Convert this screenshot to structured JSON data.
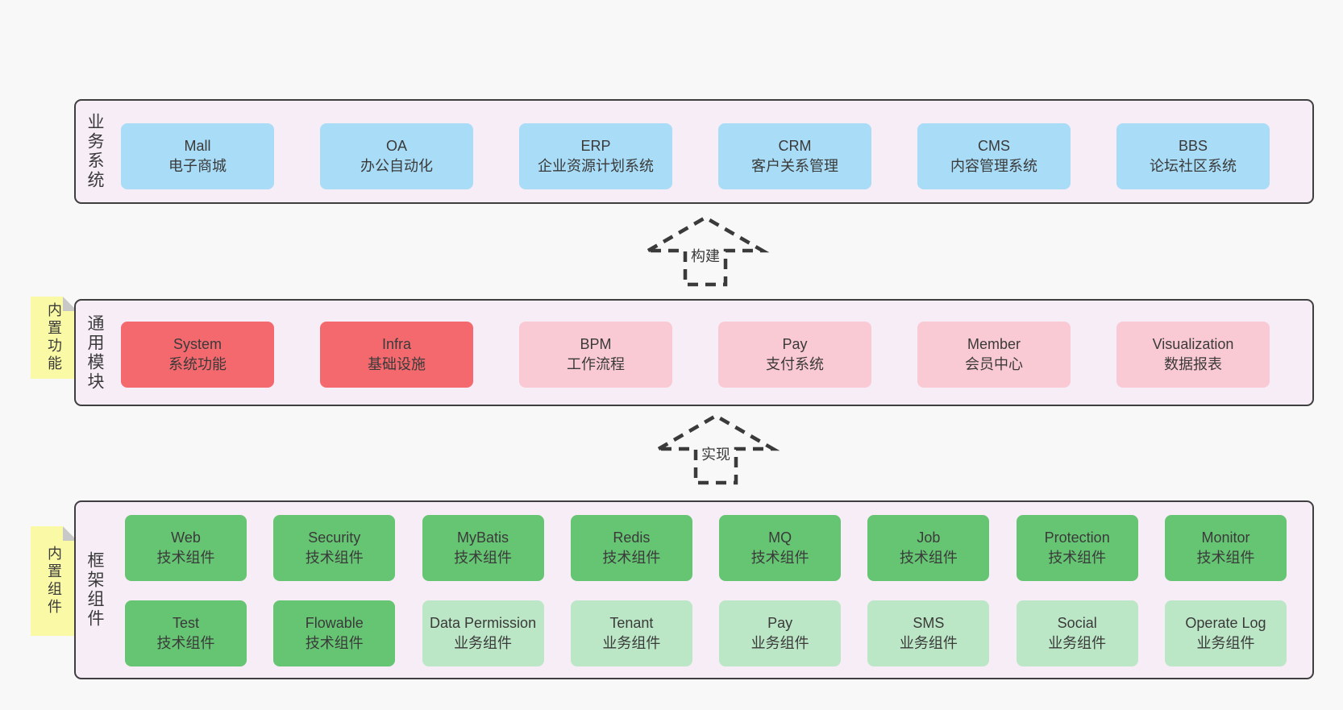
{
  "colors": {
    "background": "#f8f8f8",
    "band_fill": "#f7edf7",
    "band_border": "#3f3f3f",
    "blue": "#a9dcf6",
    "red": "#f4696e",
    "pink": "#facad4",
    "green_dark": "#66c573",
    "green_light": "#bce7c6",
    "sticky_yellow": "#fafaa6",
    "fold_gray": "#c8c8c8",
    "text": "#3a3a3a"
  },
  "arrows": [
    {
      "label": "构建"
    },
    {
      "label": "实现"
    }
  ],
  "bands": [
    {
      "label": "业务系统",
      "boxes": [
        {
          "en": "Mall",
          "zh": "电子商城"
        },
        {
          "en": "OA",
          "zh": "办公自动化"
        },
        {
          "en": "ERP",
          "zh": "企业资源计划系统"
        },
        {
          "en": "CRM",
          "zh": "客户关系管理"
        },
        {
          "en": "CMS",
          "zh": "内容管理系统"
        },
        {
          "en": "BBS",
          "zh": "论坛社区系统"
        }
      ]
    },
    {
      "label": "通用模块",
      "sticky": "内置功能",
      "boxes": [
        {
          "en": "System",
          "zh": "系统功能"
        },
        {
          "en": "Infra",
          "zh": "基础设施"
        },
        {
          "en": "BPM",
          "zh": "工作流程"
        },
        {
          "en": "Pay",
          "zh": "支付系统"
        },
        {
          "en": "Member",
          "zh": "会员中心"
        },
        {
          "en": "Visualization",
          "zh": "数据报表"
        }
      ]
    },
    {
      "label": "框架组件",
      "sticky": "内置组件",
      "rows": [
        [
          {
            "en": "Web",
            "zh": "技术组件"
          },
          {
            "en": "Security",
            "zh": "技术组件"
          },
          {
            "en": "MyBatis",
            "zh": "技术组件"
          },
          {
            "en": "Redis",
            "zh": "技术组件"
          },
          {
            "en": "MQ",
            "zh": "技术组件"
          },
          {
            "en": "Job",
            "zh": "技术组件"
          },
          {
            "en": "Protection",
            "zh": "技术组件"
          },
          {
            "en": "Monitor",
            "zh": "技术组件"
          }
        ],
        [
          {
            "en": "Test",
            "zh": "技术组件"
          },
          {
            "en": "Flowable",
            "zh": "技术组件"
          },
          {
            "en": "Data Permission",
            "zh": "业务组件"
          },
          {
            "en": "Tenant",
            "zh": "业务组件"
          },
          {
            "en": "Pay",
            "zh": "业务组件"
          },
          {
            "en": "SMS",
            "zh": "业务组件"
          },
          {
            "en": "Social",
            "zh": "业务组件"
          },
          {
            "en": "Operate Log",
            "zh": "业务组件"
          }
        ]
      ]
    }
  ]
}
